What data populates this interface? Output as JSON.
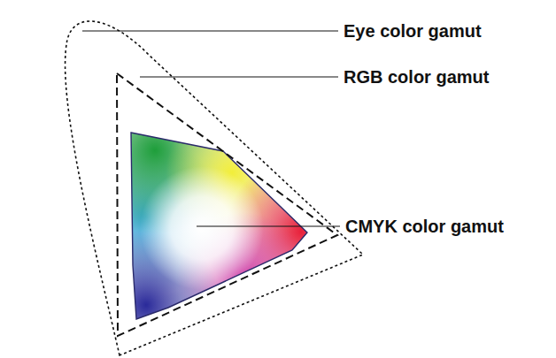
{
  "diagram": {
    "labels": [
      "Eye color gamut",
      "RGB color gamut",
      "CMYK color gamut"
    ]
  }
}
